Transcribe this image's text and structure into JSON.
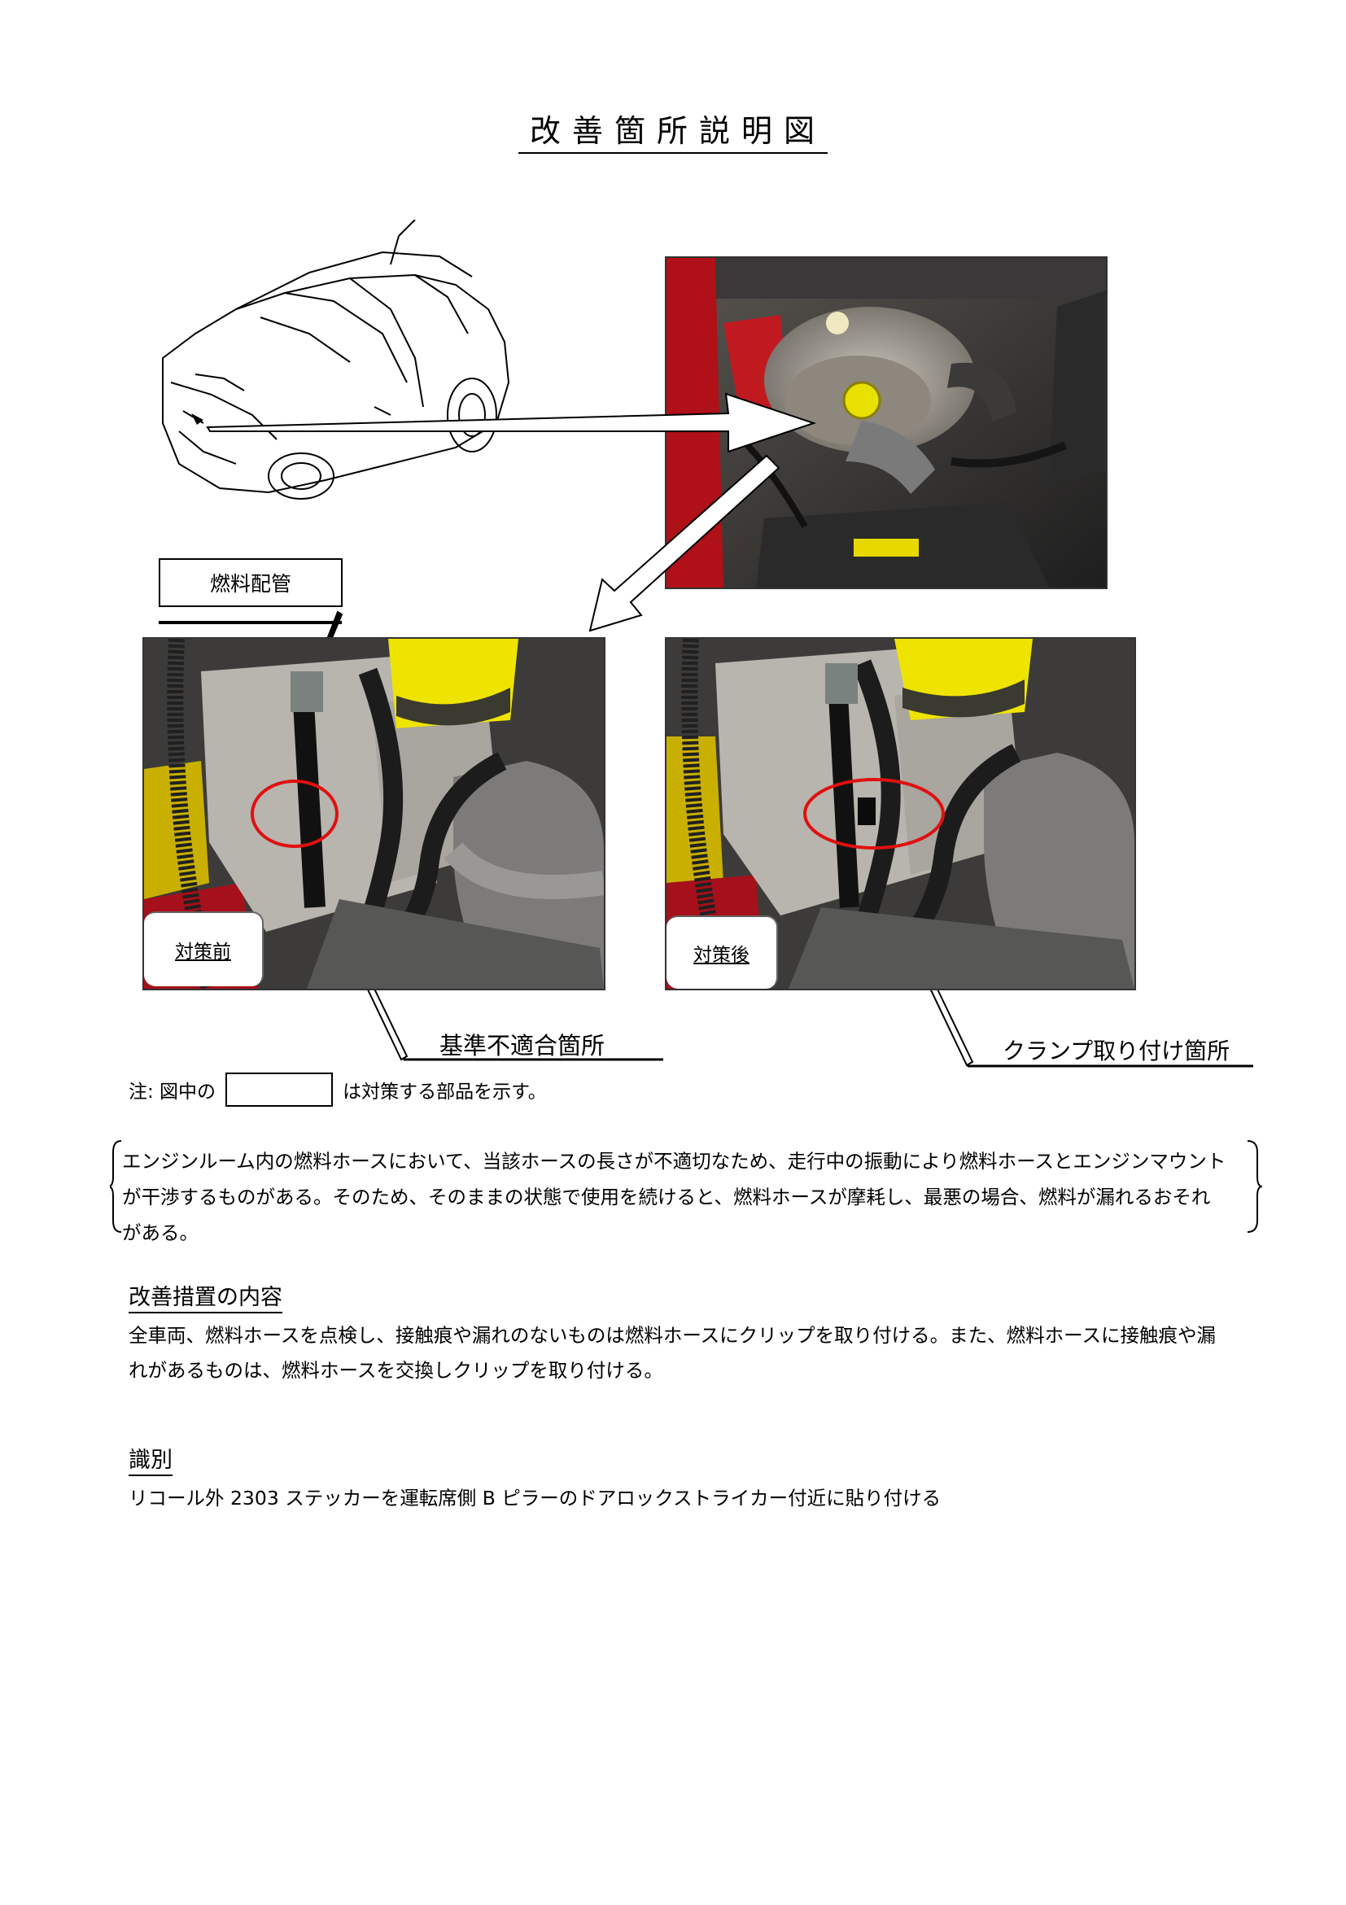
{
  "title": "改善箇所説明図",
  "fuel_line_label": "燃料配管",
  "photo_before_label": "対策前",
  "photo_after_label": "対策後",
  "callout_nonconforming": "基準不適合箇所",
  "callout_clamp": "クランプ取り付け箇所",
  "note": {
    "prefix": "注: 図中の",
    "suffix": "は対策する部品を示す。"
  },
  "defect_description": "エンジンルーム内の燃料ホースにおいて、当該ホースの長さが不適切なため、走行中の振動により燃料ホースとエンジンマウントが干渉するものがある。そのため、そのままの状態で使用を続けると、燃料ホースが摩耗し、最悪の場合、燃料が漏れるおそれがある。",
  "remedy": {
    "heading": "改善措置の内容",
    "text": "全車両、燃料ホースを点検し、接触痕や漏れのないものは燃料ホースにクリップを取り付ける。また、燃料ホースに接触痕や漏れがあるものは、燃料ホースを交換しクリップを取り付ける。"
  },
  "identification": {
    "heading": "識別",
    "text": "リコール外 2303 ステッカーを運転席側 B ピラーのドアロックストライカー付近に貼り付ける"
  },
  "colors": {
    "highlight_circle": "#e01010",
    "engine_cover": "#2a2a2a",
    "yellow_cap": "#e8e000",
    "body_red": "#b01018"
  }
}
